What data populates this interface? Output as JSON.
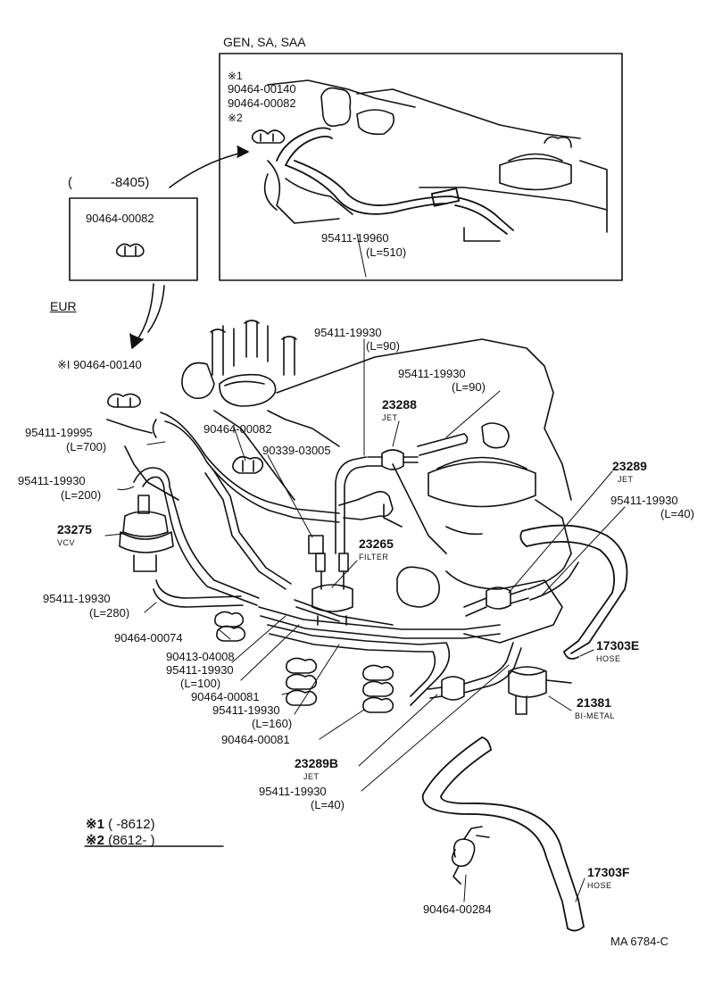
{
  "inset_title": "GEN, SA, SAA",
  "inset_labels": {
    "mark1": "※1",
    "p1": "90464-00140",
    "p2": "90464-00082",
    "mark2": "※2",
    "hose_part": "95411-19960",
    "hose_len": "(L=510)"
  },
  "small_box": {
    "range_open": "(",
    "range_value": "-8405)",
    "part": "90464-00082"
  },
  "region_label": "EUR",
  "labels": {
    "clip_140": "※I 90464-00140",
    "hose_995": "95411-19995",
    "hose_995_len": "(L=700)",
    "hose_930_200": "95411-19930",
    "hose_930_200_len": "(L=200)",
    "vcv_num": "23275",
    "vcv_name": "VCV",
    "hose_930_280": "95411-19930",
    "hose_930_280_len": "(L=280)",
    "clip_074": "90464-00074",
    "p_413": "90413-04008",
    "hose_930_100": "95411-19930",
    "hose_930_100_len": "(L=100)",
    "clip_081a": "90464-00081",
    "hose_930_160": "95411-19930",
    "hose_930_160_len": "(L=160)",
    "clip_081b": "90464-00081",
    "jet_b_num": "23289B",
    "jet_b_name": "JET",
    "hose_930_40b": "95411-19930",
    "hose_930_40b_len": "(L=40)",
    "hose_930_90a": "95411-19930",
    "hose_930_90a_len": "(L=90)",
    "hose_930_90b": "95411-19930",
    "hose_930_90b_len": "(L=90)",
    "jet_288_num": "23288",
    "jet_288_name": "JET",
    "clip_082": "90464-00082",
    "p_339": "90339-03005",
    "filter_num": "23265",
    "filter_name": "FILTER",
    "jet_289_num": "23289",
    "jet_289_name": "JET",
    "hose_930_40a": "95411-19930",
    "hose_930_40a_len": "(L=40)",
    "hose_e_num": "17303E",
    "hose_e_name": "HOSE",
    "bimetal_num": "21381",
    "bimetal_name": "BI-METAL",
    "hose_f_num": "17303F",
    "hose_f_name": "HOSE",
    "clamp_284": "90464-00284"
  },
  "legend": {
    "m1": "※1",
    "m1_range": "(      -8612)",
    "m2": "※2",
    "m2_range": "(8612-       )"
  },
  "drawing_code": "MA 6784-C"
}
